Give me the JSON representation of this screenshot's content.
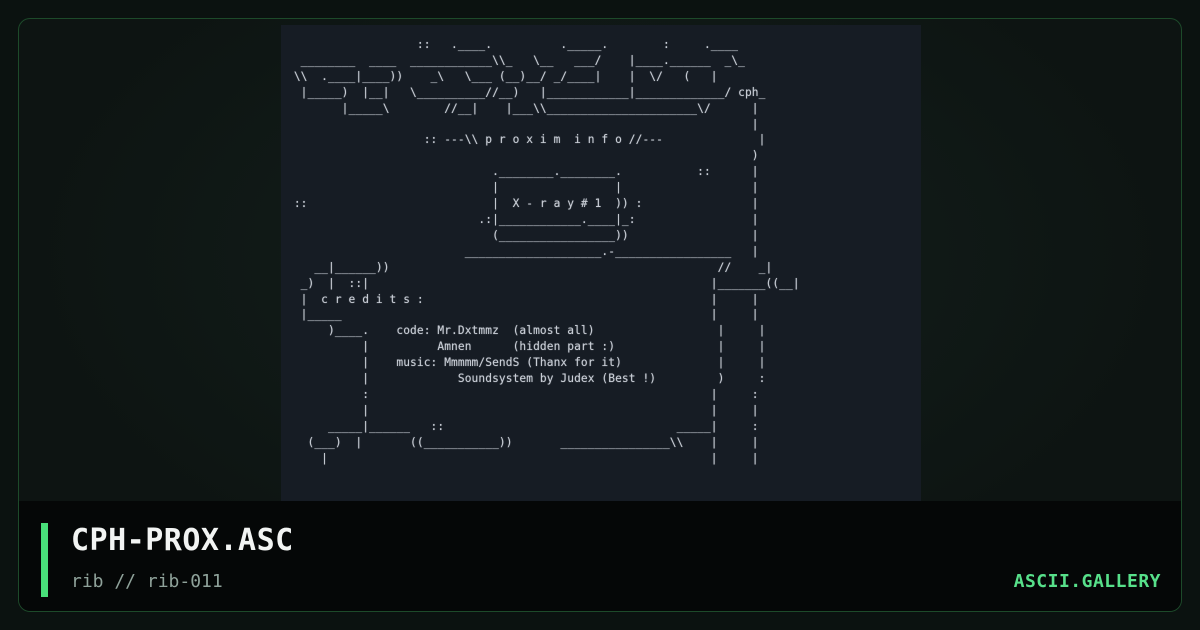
{
  "card": {
    "title": "CPH-PROX.ASC",
    "subtitle": "rib // rib-011",
    "brand": "ASCII.GALLERY"
  },
  "art": {
    "text": "                   ::   .____.          ._____.        :     .____\n  ________  ____  ____________\\\\_   \\__   ___/    |____.______  _\\_\n \\\\  .____|____))    _\\   \\___ (__)__/ _/____|    |  \\/   (   |\n  |_____)  |__|   \\__________//__)   |____________|_____________/ cph_\n        |_____\\        //__|    |___\\\\______________________\\/      |\n                                                                    |\n                    :: ---\\\\ p r o x i m  i n f o //---              |\n                                                                    )\n                              .________.________.           ::      |\n                              |                 |                   |\n ::                           |  X - r a y # 1  )) :                |\n                            .:|____________.____|_:                 |\n                              (_________________))                  |\n                          ____________________.-_________________   |\n    __|______))                                                //    _|\n  _)  |  ::|                                                  |_______((__|\n  |  c r e d i t s :                                          |     |\n  |_____                                                      |     |\n      )____.    code: Mr.Dxtmmz  (almost all)                  |     |\n           |          Amnen      (hidden part :)               |     |\n           |    music: Mmmmm/SendS (Thanx for it)              |     |\n           |             Soundsystem by Judex (Best !)         )     :\n           :                                                  |     :\n           |                                                  |     |\n      _____|______   ::                                  _____|     :\n   (___)  |       ((___________))       ________________\\\\    |     |\n     |                                                        |     |"
  }
}
